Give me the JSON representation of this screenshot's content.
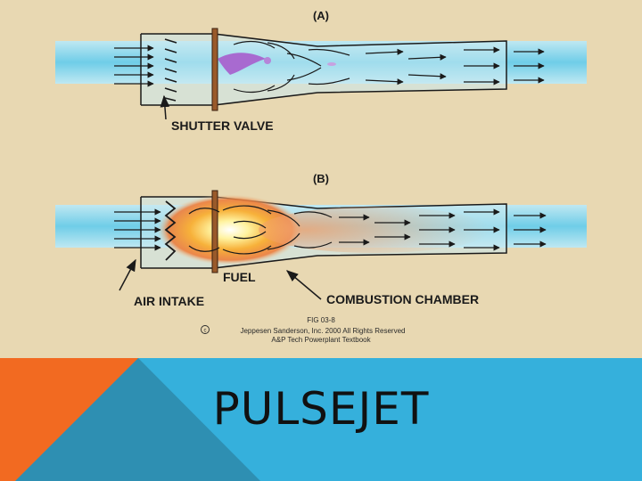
{
  "slide_title": "PULSEJET",
  "figure": {
    "panel_a_label": "(A)",
    "panel_b_label": "(B)",
    "labels": {
      "shutter_valve": "SHUTTER VALVE",
      "fuel": "FUEL",
      "air_intake": "AIR INTAKE",
      "combustion_chamber": "COMBUSTION CHAMBER"
    },
    "caption": {
      "fig_number": "FIG 03-8",
      "copyright": "Jeppesen Sanderson, Inc. 2000 All Rights Reserved",
      "source": "A&P Tech Powerplant Textbook"
    }
  },
  "colors": {
    "background": "#e8d8b2",
    "airflow": "#7fd3ec",
    "footer_orange": "#f26a21",
    "footer_teal": "#2e8fb2",
    "footer_blue": "#35b0dc",
    "combustion_core": "#fff6b0",
    "combustion_outer": "#f08a3c",
    "fuel_spray_a": "#a86ad0"
  }
}
